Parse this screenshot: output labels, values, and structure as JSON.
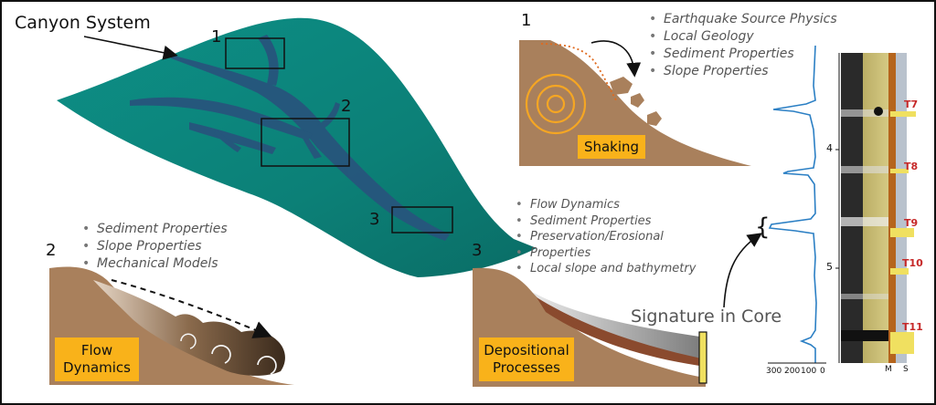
{
  "canyon_title": "Canyon System",
  "canyon_box_numbers": [
    "1",
    "2",
    "3"
  ],
  "panel1": {
    "number": "1",
    "bullets": [
      "Earthquake Source Physics",
      "Local Geology",
      "Sediment Properties",
      "Slope Properties"
    ],
    "tag": "Shaking"
  },
  "panel2": {
    "number": "2",
    "bullets": [
      "Sediment Properties",
      "Slope Properties",
      "Mechanical Models"
    ],
    "tag_line1": "Flow",
    "tag_line2": "Dynamics"
  },
  "panel3": {
    "number": "3",
    "bullets": [
      "Flow Dynamics",
      "Sediment Properties",
      "Preservation/Erosional",
      "Properties",
      "Local slope and bathymetry"
    ],
    "tag_line1": "Depositional",
    "tag_line2": "Processes"
  },
  "signature_label": "Signature in Core",
  "brace": "{",
  "core": {
    "depth_ticks": [
      "4",
      "5"
    ],
    "x_ticks": [
      "300",
      "200",
      "100",
      "0"
    ],
    "turbidites": [
      "T7",
      "T8",
      "T9",
      "T10",
      "T11"
    ],
    "track_labels": [
      "M",
      "S"
    ]
  },
  "colors": {
    "canyon_teal": "#0f8a80",
    "channel_blue": "#25537a",
    "sediment_brown": "#a9805c",
    "tag_orange": "#f9b21a",
    "log_blue": "#2b7fc4",
    "turbidite_red": "#c62828"
  }
}
